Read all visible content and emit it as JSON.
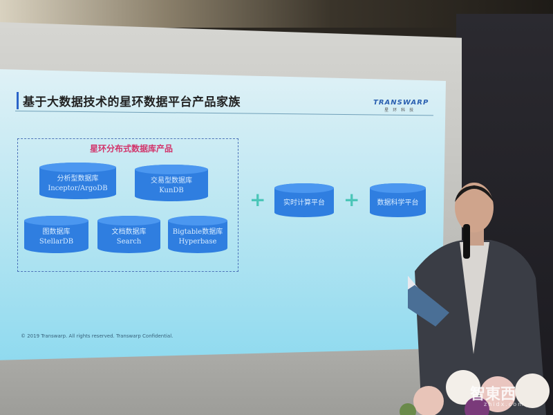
{
  "slide": {
    "title": "基于大数据技术的星环数据平台产品家族",
    "logo": {
      "name": "TRANSWARP",
      "subtitle": "星环科技"
    },
    "group_label": "星环分布式数据库产品",
    "databases": [
      {
        "line1": "分析型数据库",
        "line2": "Inceptor/ArgoDB"
      },
      {
        "line1": "交易型数据库",
        "line2": "KunDB"
      },
      {
        "line1": "图数据库",
        "line2": "StellarDB"
      },
      {
        "line1": "文档数据库",
        "line2": "Search"
      },
      {
        "line1": "Bigtable数据库",
        "line2": "Hyperbase"
      }
    ],
    "plus_symbol": "+",
    "platforms": [
      {
        "label": "实时计算平台"
      },
      {
        "label": "数据科学平台"
      }
    ],
    "footer": "© 2019 Transwarp. All rights reserved. Transwarp Confidential."
  },
  "watermark": {
    "text": "智東西",
    "url": "zhidx.com"
  },
  "colors": {
    "slide_bg": "#b9e6f2",
    "cylinder": "#2f7ee0",
    "group_label": "#d2336a",
    "plus": "#4bc6b8"
  }
}
